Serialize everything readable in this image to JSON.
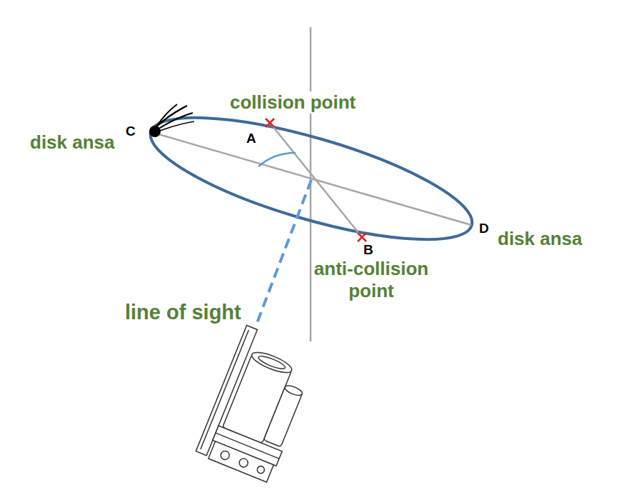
{
  "diagram": {
    "labels": [
      "collision point",
      "C",
      "disk ansa",
      "A",
      "D",
      "disk ansa",
      "B",
      "anti-collision point",
      "line of sight"
    ]
  }
}
